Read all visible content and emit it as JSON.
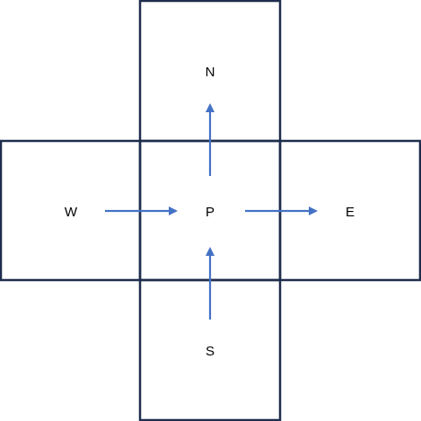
{
  "labels": {
    "north": "N",
    "west": "W",
    "center": "P",
    "east": "E",
    "south": "S"
  },
  "colors": {
    "box_stroke": "#1f2d4d",
    "arrow": "#4472c4",
    "text": "#000000",
    "background": "#ffffff"
  }
}
